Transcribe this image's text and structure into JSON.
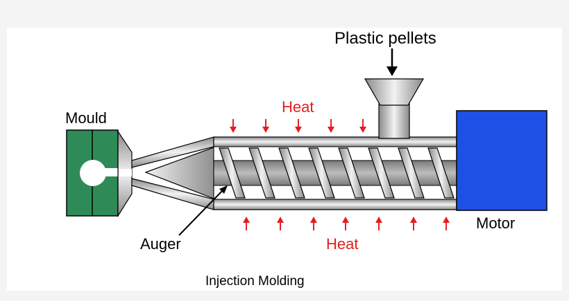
{
  "labels": {
    "pellets": "Plastic pellets",
    "mould": "Mould",
    "heat_top": "Heat",
    "heat_bottom": "Heat",
    "motor": "Motor",
    "auger": "Auger",
    "caption": "Injection Molding"
  },
  "colors": {
    "background": "#f4f4f4",
    "panel": "#ffffff",
    "mould": "#2e8b57",
    "motor": "#1e50e6",
    "heat": "#e41e1e",
    "metal_dark": "#8c8c8c",
    "metal_light": "#f0f0f0"
  },
  "icons": {
    "heat_arrow": "arrow-down-icon",
    "pellet_arrow": "arrow-down-icon",
    "auger_pointer": "arrow-up-right-icon"
  }
}
